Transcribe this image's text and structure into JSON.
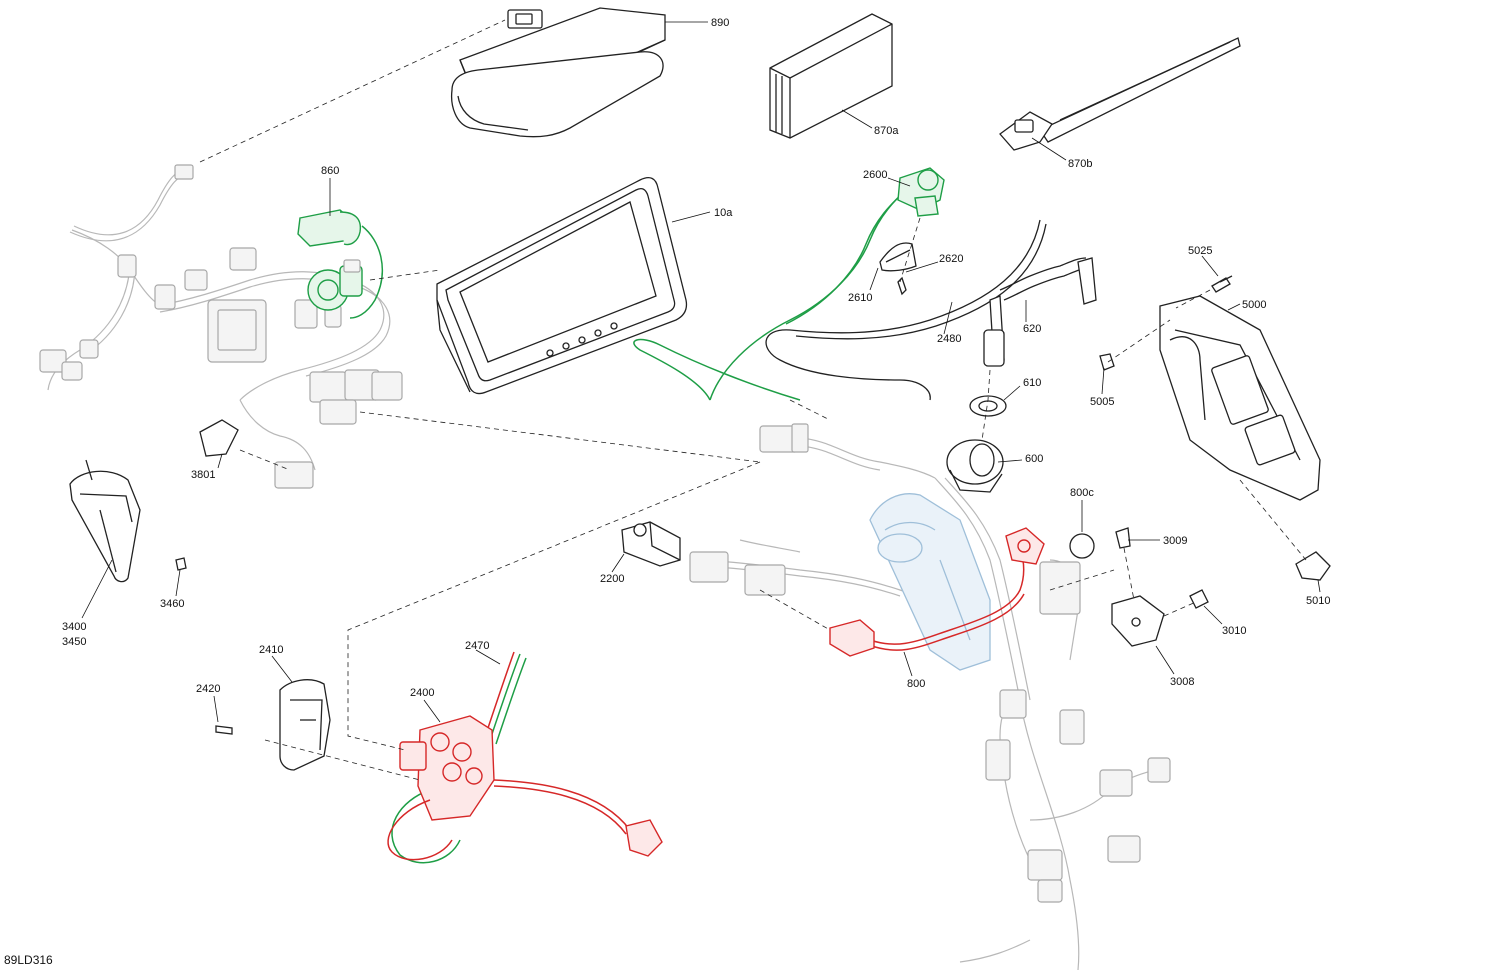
{
  "drawing_id": "89LD316",
  "parts": [
    {
      "ref": "890"
    },
    {
      "ref": "870a"
    },
    {
      "ref": "870b"
    },
    {
      "ref": "860"
    },
    {
      "ref": "10a"
    },
    {
      "ref": "2600"
    },
    {
      "ref": "2620"
    },
    {
      "ref": "2610"
    },
    {
      "ref": "2480"
    },
    {
      "ref": "620"
    },
    {
      "ref": "5025"
    },
    {
      "ref": "5000"
    },
    {
      "ref": "610"
    },
    {
      "ref": "5005"
    },
    {
      "ref": "600"
    },
    {
      "ref": "3801"
    },
    {
      "ref": "800c"
    },
    {
      "ref": "3009"
    },
    {
      "ref": "2200"
    },
    {
      "ref": "5010"
    },
    {
      "ref": "3010"
    },
    {
      "ref": "3400"
    },
    {
      "ref": "3450"
    },
    {
      "ref": "3460"
    },
    {
      "ref": "3008"
    },
    {
      "ref": "2410"
    },
    {
      "ref": "2470"
    },
    {
      "ref": "800"
    },
    {
      "ref": "2420"
    },
    {
      "ref": "2400"
    }
  ],
  "colors": {
    "highlight_red": "#d62828",
    "highlight_green": "#1e9e46",
    "highlight_blue": "#9fbfd9",
    "ghost_gray": "#b8b8b8",
    "ink": "#222222"
  }
}
